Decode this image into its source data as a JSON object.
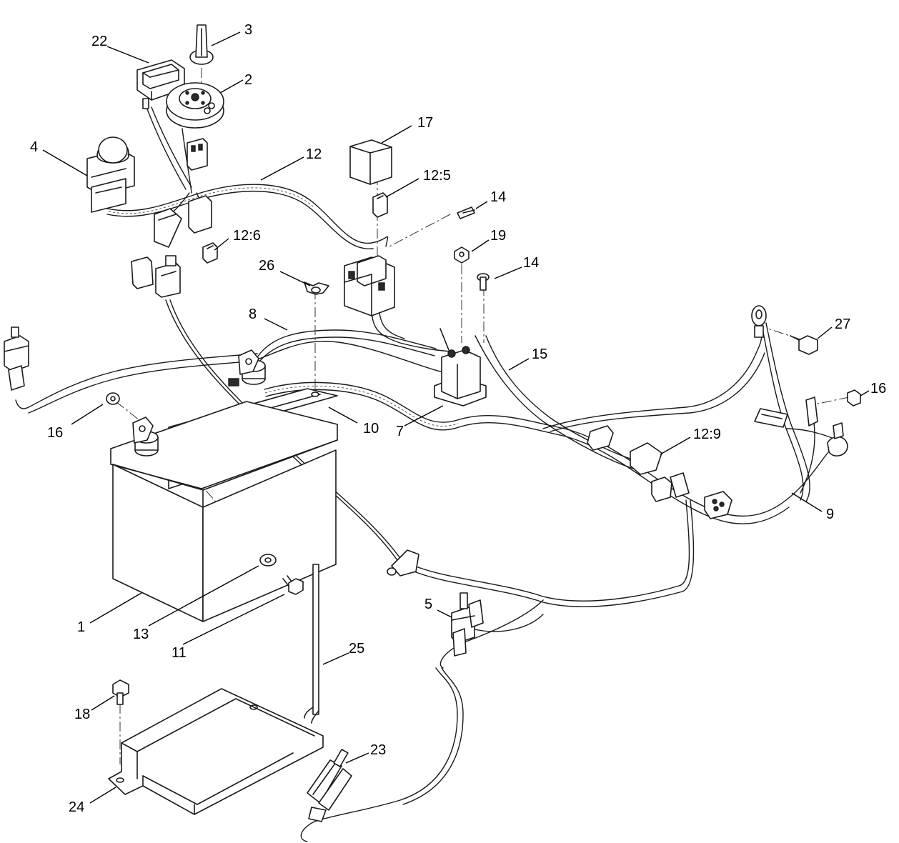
{
  "callouts": [
    {
      "id": "c1",
      "label": "1"
    },
    {
      "id": "c2",
      "label": "2"
    },
    {
      "id": "c3",
      "label": "3"
    },
    {
      "id": "c4",
      "label": "4"
    },
    {
      "id": "c5",
      "label": "5"
    },
    {
      "id": "c7",
      "label": "7"
    },
    {
      "id": "c8",
      "label": "8"
    },
    {
      "id": "c9",
      "label": "9"
    },
    {
      "id": "c10",
      "label": "10"
    },
    {
      "id": "c11",
      "label": "11"
    },
    {
      "id": "c12",
      "label": "12"
    },
    {
      "id": "c12_5",
      "label": "12:5"
    },
    {
      "id": "c12_6",
      "label": "12:6"
    },
    {
      "id": "c12_9",
      "label": "12:9"
    },
    {
      "id": "c13",
      "label": "13"
    },
    {
      "id": "c14a",
      "label": "14"
    },
    {
      "id": "c14b",
      "label": "14"
    },
    {
      "id": "c15",
      "label": "15"
    },
    {
      "id": "c16a",
      "label": "16"
    },
    {
      "id": "c16b",
      "label": "16"
    },
    {
      "id": "c17",
      "label": "17"
    },
    {
      "id": "c18",
      "label": "18"
    },
    {
      "id": "c19",
      "label": "19"
    },
    {
      "id": "c22",
      "label": "22"
    },
    {
      "id": "c23",
      "label": "23"
    },
    {
      "id": "c24",
      "label": "24"
    },
    {
      "id": "c25",
      "label": "25"
    },
    {
      "id": "c26",
      "label": "26"
    },
    {
      "id": "c27",
      "label": "27"
    }
  ]
}
